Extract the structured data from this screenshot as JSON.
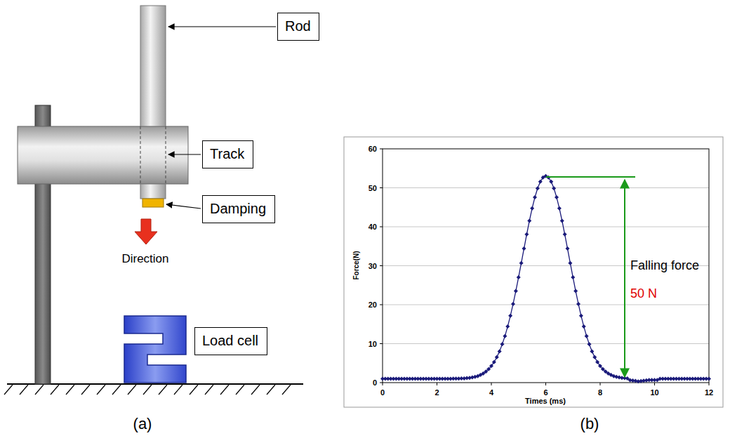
{
  "diagram": {
    "nodes": [
      {
        "text": [
          "Rod"
        ]
      },
      {
        "text": [
          "Track"
        ]
      },
      {
        "text": [
          "Damping"
        ]
      },
      {
        "text": [
          "Load cell"
        ]
      }
    ],
    "labels": [
      "Direction",
      "(a)",
      "(b)",
      "0",
      "10",
      "20",
      "30",
      "40",
      "50",
      "60",
      "0",
      "2",
      "4",
      "6",
      "8",
      "10",
      "12",
      "Force(N)",
      "Times (ms)",
      "Falling force",
      "50 N"
    ]
  }
}
